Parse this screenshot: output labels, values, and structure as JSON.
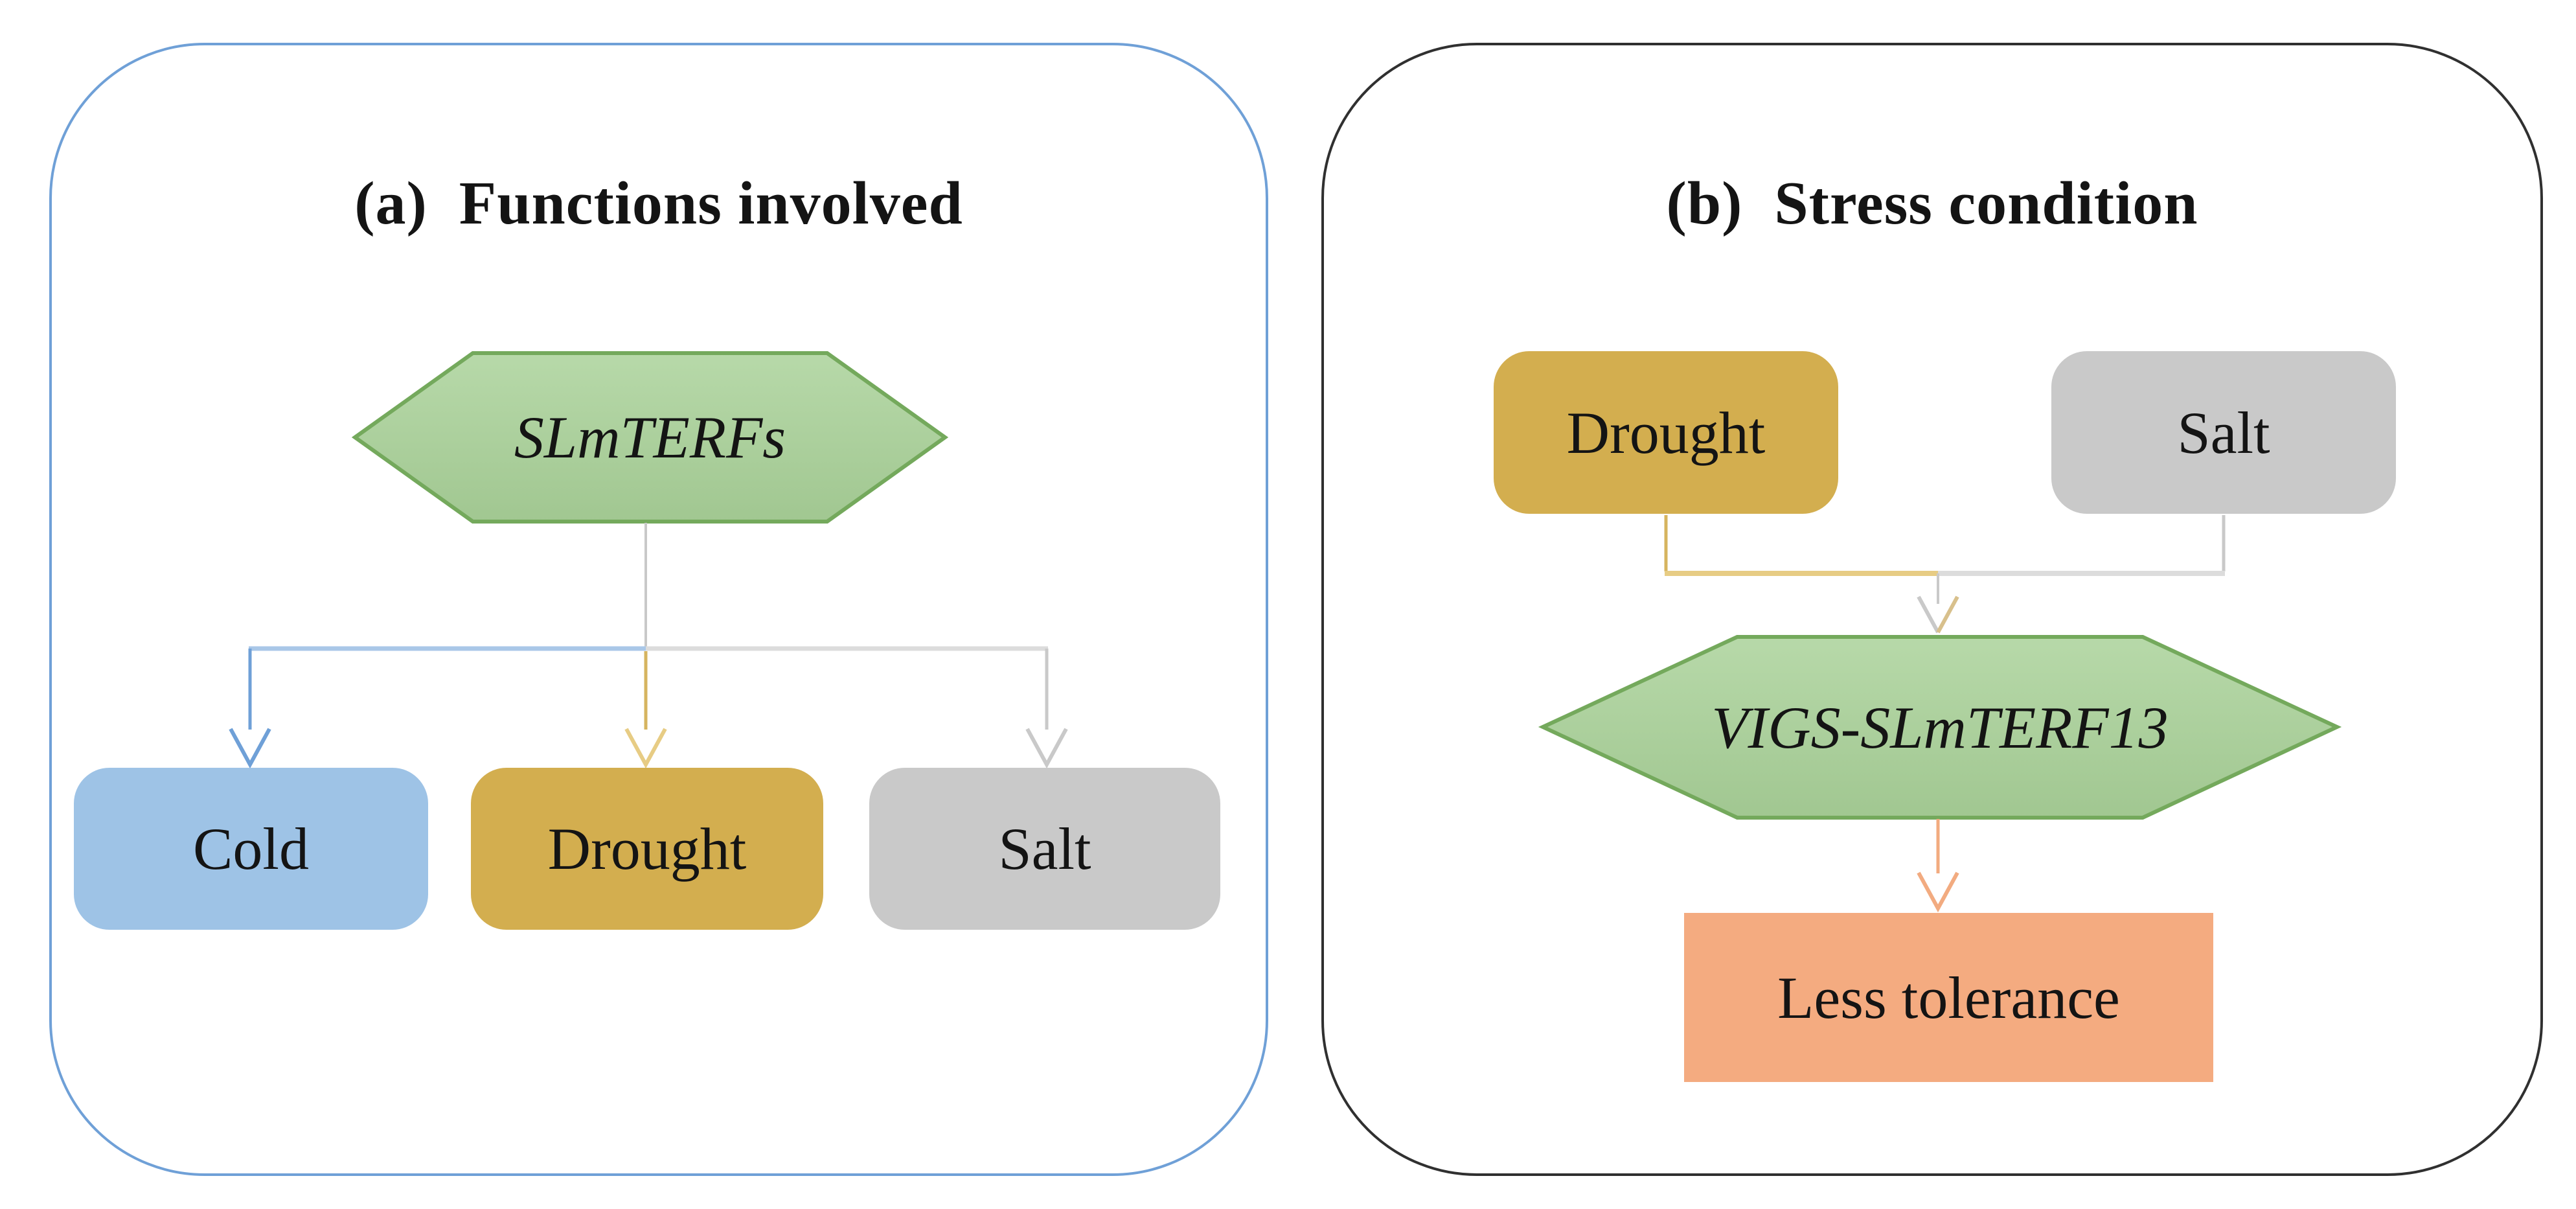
{
  "figure": {
    "panel_a": {
      "title": "(a)  Functions involved",
      "hexagon_label": "SLmTERFs",
      "nodes": [
        {
          "label": "Cold"
        },
        {
          "label": "Drought"
        },
        {
          "label": "Salt"
        }
      ]
    },
    "panel_b": {
      "title": "(b)  Stress condition",
      "nodes": [
        {
          "label": "Drought"
        },
        {
          "label": "Salt"
        }
      ],
      "hexagon_label": "VIGS-SLmTERF13",
      "result_label": "Less tolerance"
    }
  },
  "colors": {
    "panel_a_border": "#6FA0D7",
    "panel_b_border": "#303030",
    "hex_fill_top": "#B7D9A9",
    "hex_fill_bottom": "#A1C791",
    "hex_border": "#74A95C",
    "cold_fill": "#9EC3E6",
    "drought_fill": "#D3AE4F",
    "salt_fill": "#C9C9C9",
    "result_fill": "#F4AB80",
    "blue_line": "#6FA0D7",
    "blue_line_light": "#A9C7E8",
    "gold_line": "#D6B45F",
    "gold_line_light": "#E7CC84",
    "gray_line": "#C9C9C9",
    "gray_line_light": "#DCDCDC",
    "orange_line": "#F2AB80",
    "tan_line": "#D8C08C",
    "text": "#141414"
  }
}
